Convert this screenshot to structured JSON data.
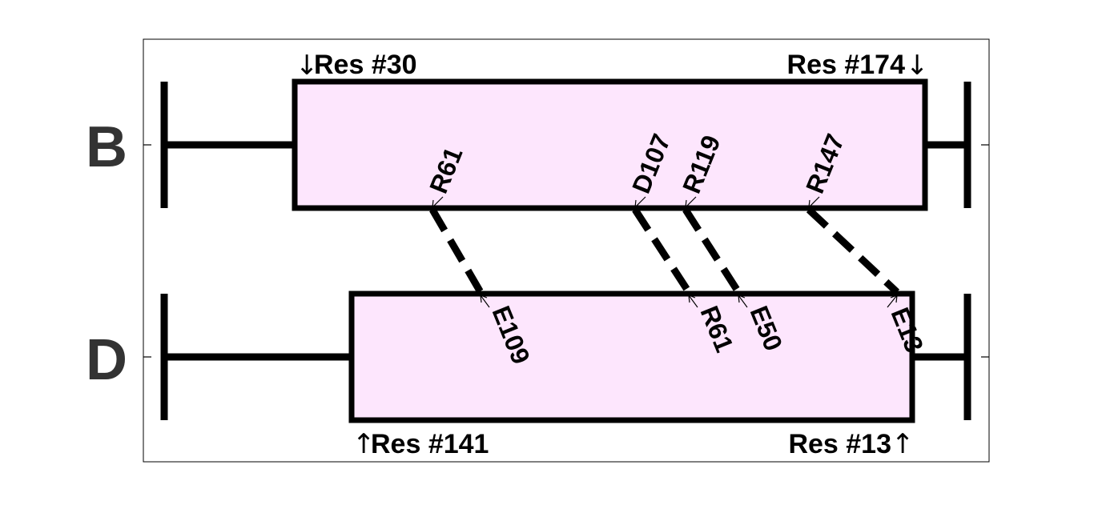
{
  "colors": {
    "box_fill": "#fde6fd",
    "line": "#000000",
    "chain_label": "#333333"
  },
  "chains": [
    {
      "label": "B",
      "start_label": "Res #30",
      "end_label": "Res #174",
      "start_arrow": "↓",
      "end_arrow": "↓",
      "residues": [
        "R61",
        "D107",
        "R119",
        "R147"
      ]
    },
    {
      "label": "D",
      "start_label": "Res #141",
      "end_label": "Res #13",
      "start_arrow": "↑",
      "end_arrow": "↑",
      "residues": [
        "E109",
        "R61",
        "E50",
        "E13"
      ]
    }
  ],
  "links": [
    {
      "from": "R61",
      "to": "E109"
    },
    {
      "from": "D107",
      "to": "R61"
    },
    {
      "from": "R119",
      "to": "E50"
    },
    {
      "from": "R147",
      "to": "E13"
    }
  ]
}
